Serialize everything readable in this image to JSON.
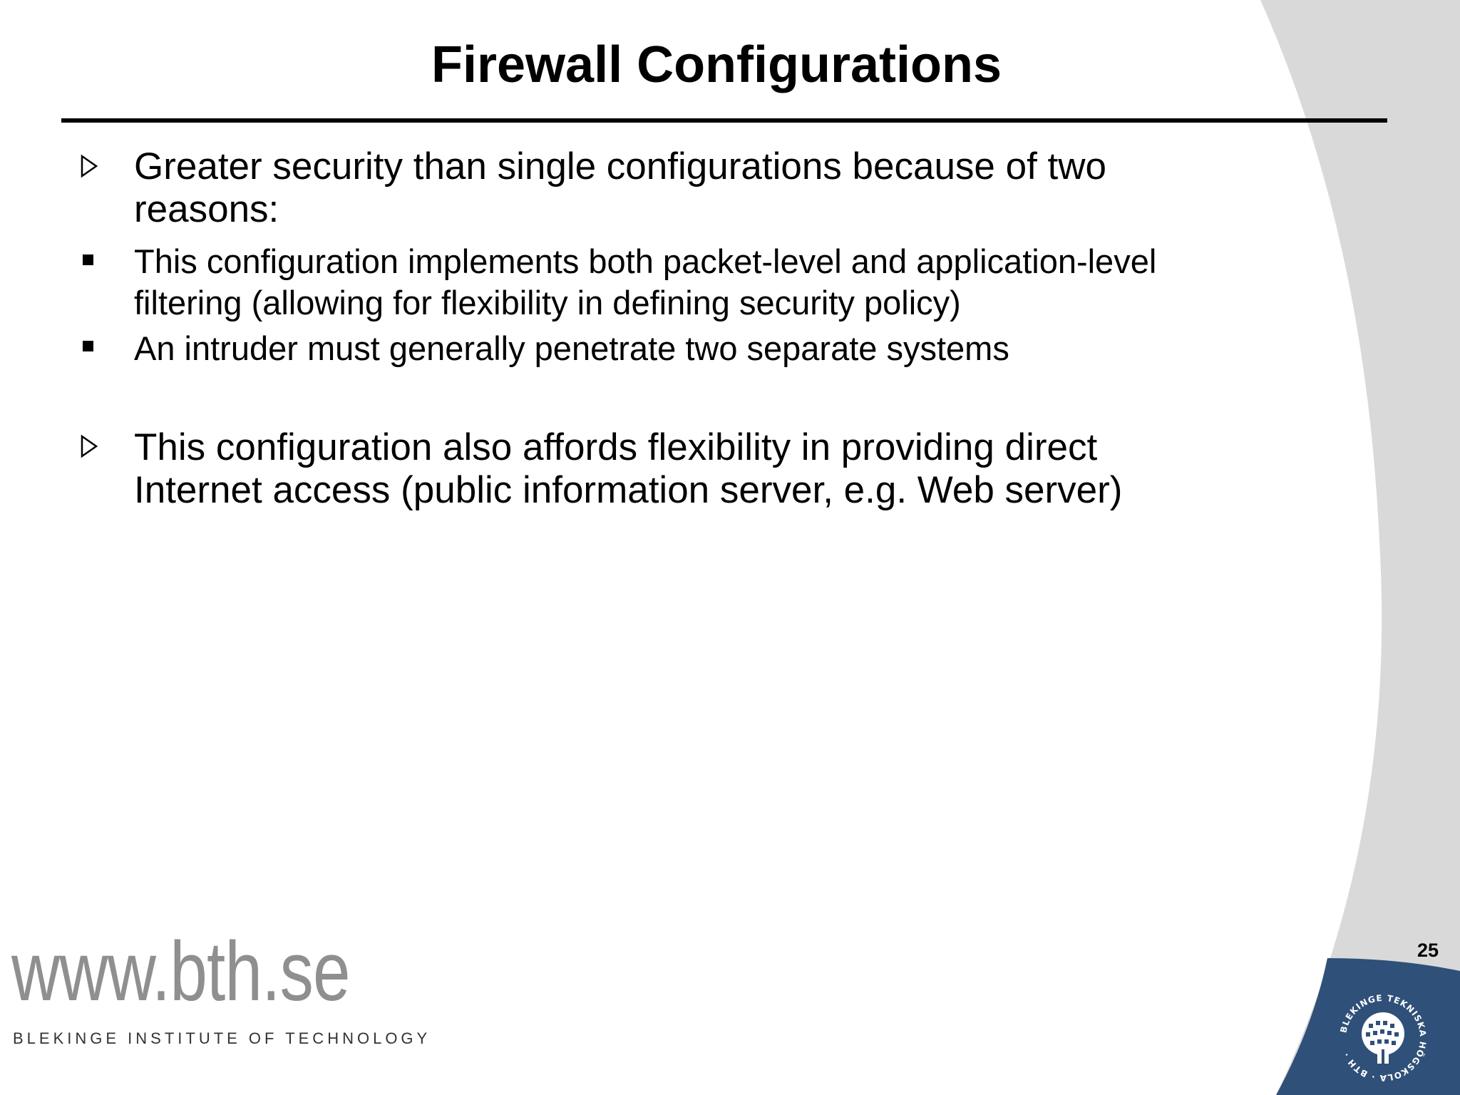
{
  "slide": {
    "title": "Firewall Configurations",
    "page_number": "25"
  },
  "bullets": [
    {
      "level": 1,
      "marker": "triangle-bullet-icon",
      "lines": [
        "Greater security than single configurations because of two",
        "reasons:"
      ]
    },
    {
      "level": 2,
      "marker": "square-bullet-icon",
      "lines": [
        "This configuration implements both packet-level and application-level",
        "filtering (allowing for flexibility in defining security policy)"
      ]
    },
    {
      "level": 2,
      "marker": "square-bullet-icon",
      "lines": [
        "An intruder must generally penetrate two separate systems"
      ]
    },
    {
      "level": 1,
      "marker": "triangle-bullet-icon",
      "lines": [
        "This configuration also affords flexibility in providing direct",
        "Internet access (public information server, e.g. Web server)"
      ]
    }
  ],
  "footer": {
    "url": "www.bth.se",
    "institution": "BLEKINGE INSTITUTE OF TECHNOLOGY",
    "seal_text": "BLEKINGE TEKNISKA HÖGSKOLA · BTH ·"
  },
  "colors": {
    "background": "#ffffff",
    "side_band": "#d9d9d9",
    "corner_blue": "#2f5078",
    "footer_gray": "#8f8f8f",
    "text": "#000000"
  }
}
